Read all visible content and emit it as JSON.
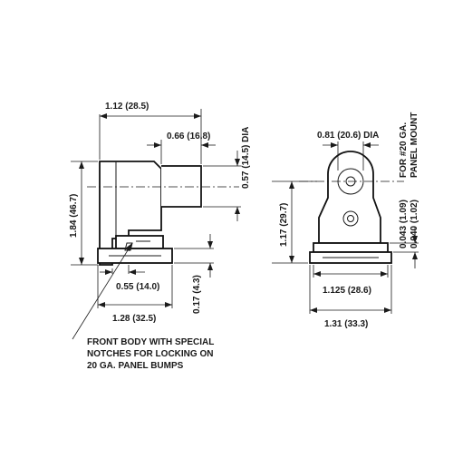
{
  "side_view": {
    "dims": {
      "overall_width": "1.12 (28.5)",
      "pin_length": "0.66 (16.8)",
      "pin_dia": "0.57 (14.5) DIA",
      "height": "1.84 (46.7)",
      "lower_width": "0.55 (14.0)",
      "base_width": "1.28 (32.5)",
      "base_height": "0.17 (4.3)"
    },
    "note": [
      "FRONT BODY WITH SPECIAL",
      "NOTCHES FOR LOCKING ON",
      "20 GA. PANEL BUMPS"
    ]
  },
  "front_view": {
    "dims": {
      "hole_dia": "0.81 (20.6) DIA",
      "height": "1.17 (29.7)",
      "gap_1": "0.043 (1.09)",
      "gap_2": "0.040 (1.02)",
      "panel_note_1": "FOR #20 GA.",
      "panel_note_2": "PANEL MOUNT",
      "inner_width": "1.125 (28.6)",
      "overall_width": "1.31 (33.3)"
    }
  }
}
